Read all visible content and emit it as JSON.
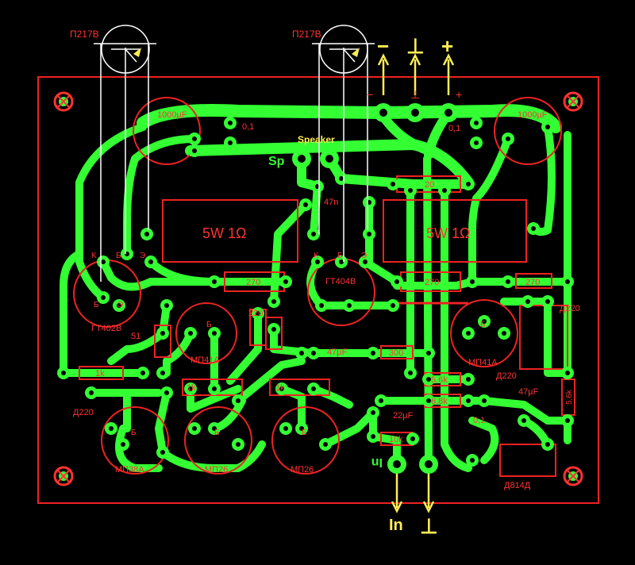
{
  "colors": {
    "copper": "#33ff33",
    "silkscreen": "#ff3333",
    "wire": "#ffffff",
    "terminal": "#ffee55",
    "background": "#000000"
  },
  "external": {
    "transistor_left": "П217В",
    "transistor_right": "П217В",
    "rail_minus": "−",
    "rail_ground": "⊥",
    "rail_plus": "+",
    "input": "In",
    "input_ground": "⊥"
  },
  "board": {
    "cap_left": "1000µF",
    "cap_left_small": "0,1",
    "cap_right": "1000µF",
    "cap_right_small": "0,1",
    "pad_minus": "−",
    "pad_ground": "⊥",
    "pad_plus": "+",
    "speaker": "Speaker",
    "sp_mark": "Sp",
    "cap_47n": "47n",
    "res_20": "20",
    "res_power_left": "5W  1Ω",
    "res_power_right": "5W  1Ω",
    "res_270_a": "270",
    "res_270_b": "270",
    "res_270_c": "270",
    "q_gt402": "ГТ402В",
    "q_gt404": "ГТ404В",
    "q_mp41a_left": "МП41А",
    "q_mp41a_right": "МП41А",
    "q_mp38a": "МП38А",
    "q_mp26_a": "МП26",
    "q_mp26_b": "МП26",
    "diode_d220_left": "Д220",
    "diode_d220_mid": "Д220",
    "diode_d220_right": "Д220",
    "res_220": "220",
    "res_51": "51",
    "res_1k_a": "1k",
    "res_1k_b": "1k",
    "res_1k_c": "1k",
    "cap_47uf_a": "47µF",
    "cap_47uf_b": "47µF",
    "res_300": "300",
    "res_5_6k_a": "5,6k",
    "res_6_8k": "6,8k",
    "res_5_6k_b": "5,6k",
    "cap_22uf": "22µF",
    "res_10k": "10k",
    "cap_0_1_low": "0,1",
    "zener": "Д814Д",
    "in_mark": "In",
    "pin_k": "K",
    "pin_b": "Б",
    "pin_e": "Э"
  }
}
